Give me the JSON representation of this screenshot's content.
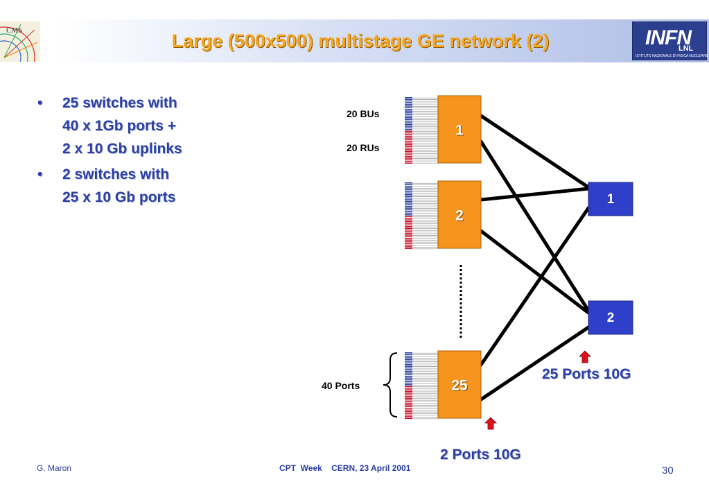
{
  "slide": {
    "title": "Large (500x500) multistage GE network (2)",
    "cms_logo_text": "CMS",
    "infn_logo": {
      "main": "INFN",
      "sub": "LNL",
      "caption": "ISTITUTO NAZIONALE DI FISICA NUCLEARE"
    }
  },
  "bullets": [
    {
      "lines": [
        "25 switches with",
        "40 x 1Gb ports +",
        "2 x 10 Gb uplinks"
      ]
    },
    {
      "lines": [
        "2 switches with",
        "25 x 10 Gb ports"
      ]
    }
  ],
  "diagram": {
    "edge_switches": [
      {
        "id": "edge-1",
        "label": "1"
      },
      {
        "id": "edge-2",
        "label": "2"
      },
      {
        "id": "edge-25",
        "label": "25"
      }
    ],
    "core_switches": [
      {
        "id": "core-1",
        "label": "1"
      },
      {
        "id": "core-2",
        "label": "2"
      }
    ],
    "edges": [
      {
        "from": "edge-1",
        "to": "core-1"
      },
      {
        "from": "edge-1",
        "to": "core-2"
      },
      {
        "from": "edge-2",
        "to": "core-1"
      },
      {
        "from": "edge-2",
        "to": "core-2"
      },
      {
        "from": "edge-25",
        "to": "core-1"
      },
      {
        "from": "edge-25",
        "to": "core-2"
      }
    ],
    "labels": {
      "bus": "20 BUs",
      "rus": "20 RUs",
      "ports_40": "40 Ports",
      "ports_25_10g": "25 Ports 10G",
      "ports_2_10g": "2 Ports 10G"
    },
    "colors": {
      "edge_switch": "#f7941d",
      "core_switch": "#2f3fc9",
      "bu_port": "#2c3f9e",
      "ru_port": "#c8102e",
      "link": "#000000",
      "arrow": "#e0101a",
      "label_blue": "#2c3fa6"
    }
  },
  "footer": {
    "author": "G. Maron",
    "event": "CPT  Week    CERN, 23 April 2001",
    "page": "30"
  }
}
